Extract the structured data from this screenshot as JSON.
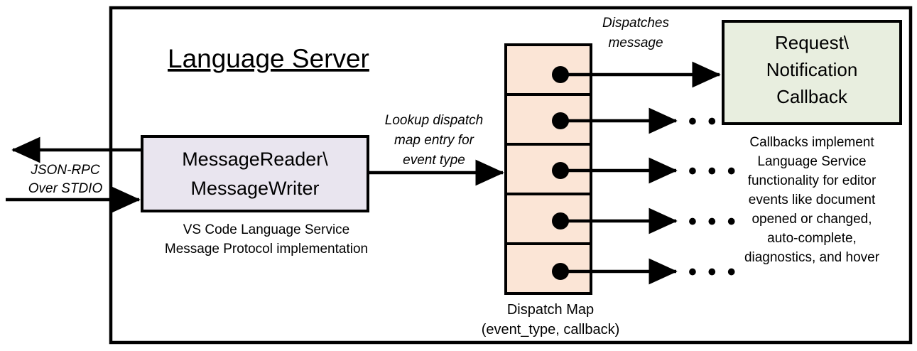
{
  "diagram": {
    "title": "Language Server",
    "frame_label": "language-server-boundary",
    "colors": {
      "message_box_fill": "#E9E5EF",
      "dispatch_map_fill": "#FBE5D6",
      "callback_box_fill": "#E8EEDF",
      "stroke": "#000000",
      "background": "#FFFFFF"
    },
    "external_io": {
      "label_line1": "JSON-RPC",
      "label_line2": "Over STDIO",
      "outbound_arrow": "arrow-out-left",
      "inbound_arrow": "arrow-in-right"
    },
    "message_box": {
      "line1": "MessageReader\\",
      "line2": "MessageWriter",
      "caption_line1": "VS Code Language Service",
      "caption_line2": "Message Protocol implementation"
    },
    "lookup_edge": {
      "line1": "Lookup dispatch",
      "line2": "map entry for",
      "line3": "event type"
    },
    "dispatch_map": {
      "caption_line1": "Dispatch Map",
      "caption_line2": "(event_type, callback)",
      "row_count": 5,
      "rows": [
        {
          "index": 1,
          "handle": "dot",
          "target": "callback-box"
        },
        {
          "index": 2,
          "handle": "dot",
          "target": "ellipsis"
        },
        {
          "index": 3,
          "handle": "dot",
          "target": "ellipsis"
        },
        {
          "index": 4,
          "handle": "dot",
          "target": "ellipsis"
        },
        {
          "index": 5,
          "handle": "dot",
          "target": "ellipsis"
        }
      ],
      "ellipsis": "• • •"
    },
    "dispatch_edge": {
      "line1": "Dispatches",
      "line2": "message"
    },
    "callback_box": {
      "line1": "Request\\",
      "line2": "Notification",
      "line3": "Callback",
      "caption_line1": "Callbacks implement",
      "caption_line2": "Language Service",
      "caption_line3": "functionality for editor",
      "caption_line4": "events like document",
      "caption_line5": "opened or changed,",
      "caption_line6": "auto-complete,",
      "caption_line7": "diagnostics, and hover"
    }
  }
}
